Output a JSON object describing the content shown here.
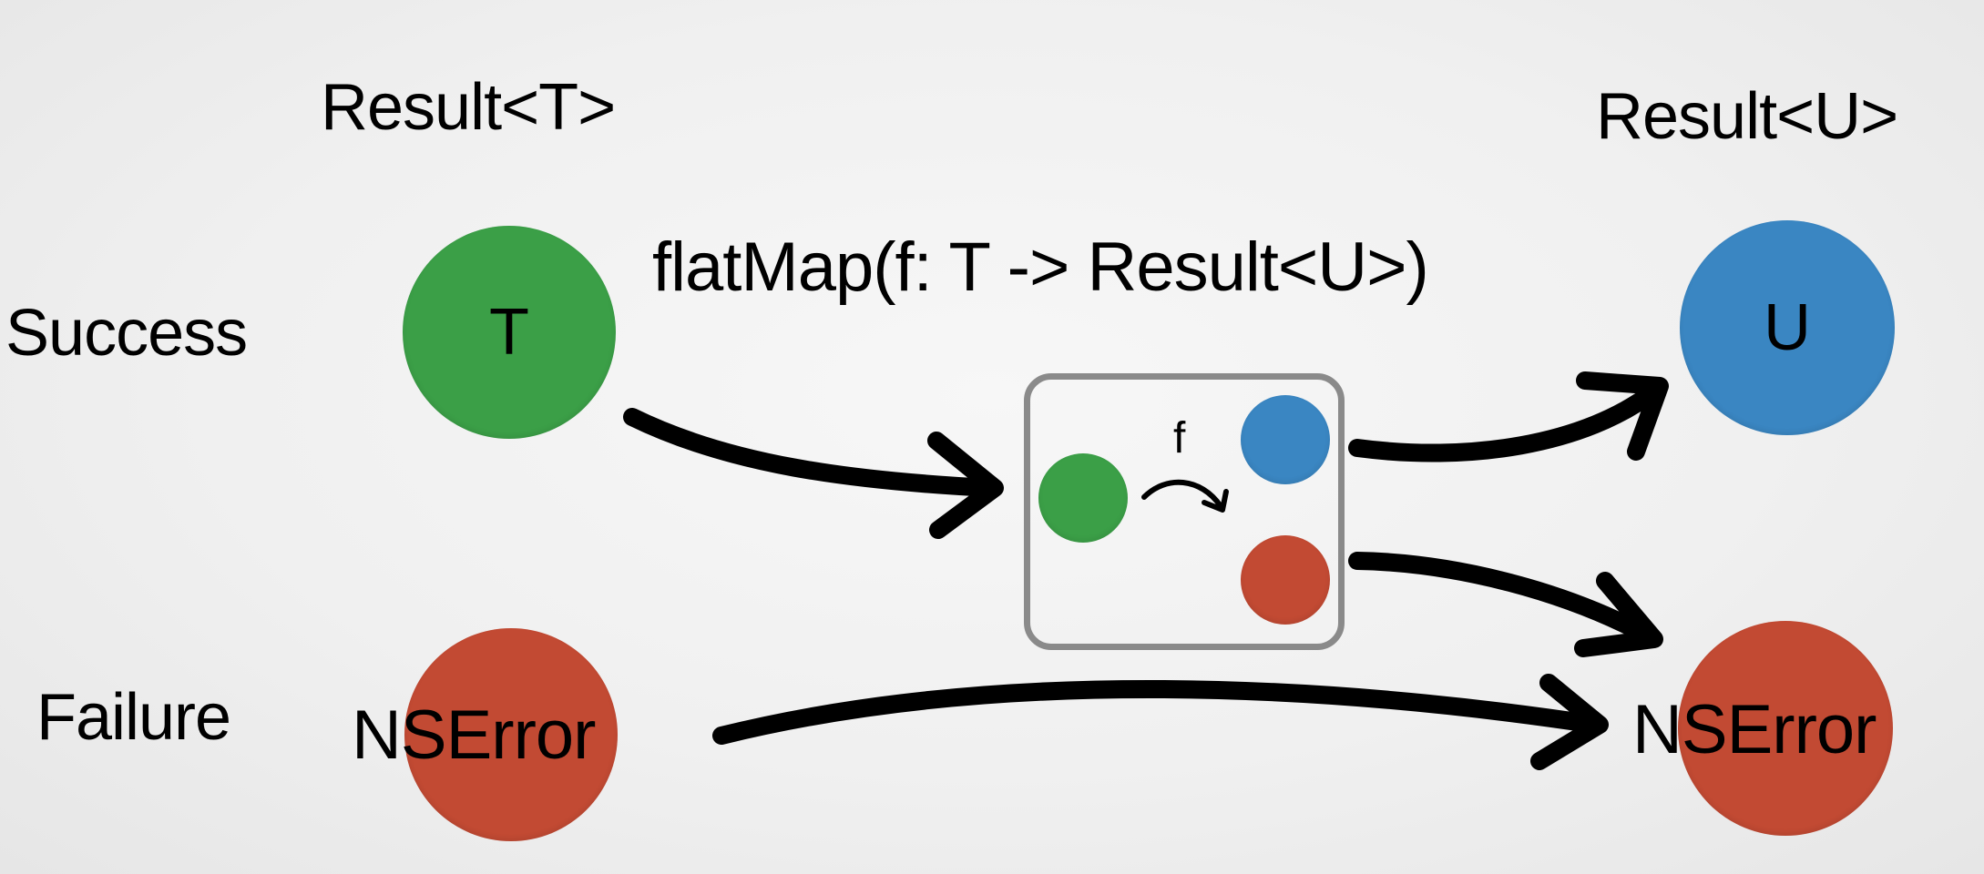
{
  "labels": {
    "result_t": "Result<T>",
    "result_u": "Result<U>",
    "success": "Success",
    "failure": "Failure",
    "flatmap": "flatMap(f: T -> Result<U>)",
    "f": "f"
  },
  "circles": {
    "t": "T",
    "u": "U",
    "error_left": "NSError",
    "error_right": "NSError"
  },
  "colors": {
    "success_green": "#3b9f47",
    "output_blue": "#3a86c2",
    "error_red": "#c24a33",
    "box_border": "#8a8a8a",
    "arrow": "#000000"
  }
}
